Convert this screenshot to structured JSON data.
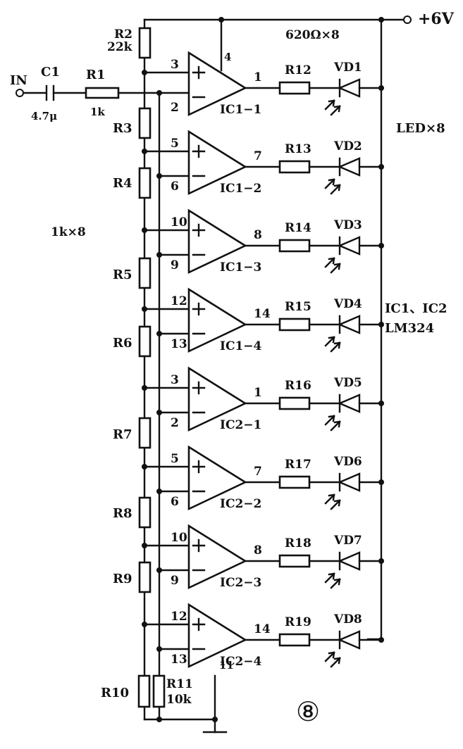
{
  "labels": {
    "supply": "+6V",
    "input": "IN",
    "r12_r19_value": "620Ω×8",
    "led_count": "LED×8",
    "ladder_value": "1k×8",
    "ic_names": "IC1、IC2",
    "ic_type": "LM324",
    "figure_number": "⑧",
    "pin_vcc": "4",
    "pin_gnd": "11"
  },
  "components": {
    "c1": {
      "name": "C1",
      "value": "4.7μ"
    },
    "r1": {
      "name": "R1",
      "value": "1k"
    },
    "r2": {
      "name": "R2",
      "value": "22k"
    },
    "r11": {
      "name": "R11",
      "value": "10k"
    },
    "ladder": [
      "R3",
      "R4",
      "R5",
      "R6",
      "R7",
      "R8",
      "R9",
      "R10"
    ]
  },
  "stages": [
    {
      "ic": "IC1−1",
      "pin_plus": "3",
      "pin_minus": "2",
      "pin_out": "1",
      "resistor": "R12",
      "led": "VD1"
    },
    {
      "ic": "IC1−2",
      "pin_plus": "5",
      "pin_minus": "6",
      "pin_out": "7",
      "resistor": "R13",
      "led": "VD2"
    },
    {
      "ic": "IC1−3",
      "pin_plus": "10",
      "pin_minus": "9",
      "pin_out": "8",
      "resistor": "R14",
      "led": "VD3"
    },
    {
      "ic": "IC1−4",
      "pin_plus": "12",
      "pin_minus": "13",
      "pin_out": "14",
      "resistor": "R15",
      "led": "VD4"
    },
    {
      "ic": "IC2−1",
      "pin_plus": "3",
      "pin_minus": "2",
      "pin_out": "1",
      "resistor": "R16",
      "led": "VD5"
    },
    {
      "ic": "IC2−2",
      "pin_plus": "5",
      "pin_minus": "6",
      "pin_out": "7",
      "resistor": "R17",
      "led": "VD6"
    },
    {
      "ic": "IC2−3",
      "pin_plus": "10",
      "pin_minus": "9",
      "pin_out": "8",
      "resistor": "R18",
      "led": "VD7"
    },
    {
      "ic": "IC2−4",
      "pin_plus": "12",
      "pin_minus": "13",
      "pin_out": "14",
      "resistor": "R19",
      "led": "VD8"
    }
  ]
}
